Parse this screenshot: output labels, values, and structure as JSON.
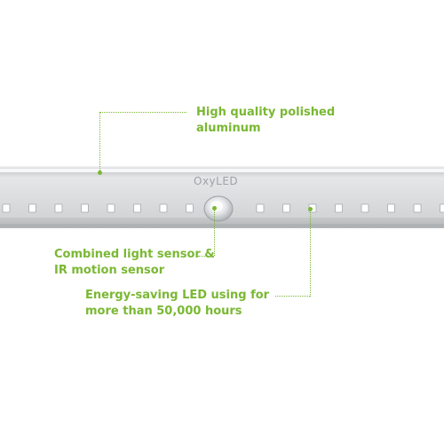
{
  "product": {
    "brand_logo": "OxyLED",
    "description": "Aluminum LED light bar with motion sensor"
  },
  "callouts": [
    {
      "lines": [
        "High quality polished",
        "aluminum"
      ]
    },
    {
      "lines": [
        "Combined light sensor &",
        "IR motion sensor"
      ]
    },
    {
      "lines": [
        "Energy-saving LED using for",
        "more than 50,000 hours"
      ]
    }
  ],
  "colors": {
    "accent": "#7ab833",
    "bar": "#d8dadc",
    "led": "#ffffff"
  }
}
